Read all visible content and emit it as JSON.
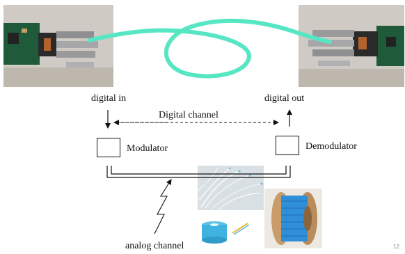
{
  "labels": {
    "digital_in": "digital in",
    "digital_out": "digital out",
    "digital_channel": "Digital channel",
    "modulator": "Modulator",
    "demodulator": "Demodulator",
    "analog_channel": "analog channel"
  },
  "page_number": "12",
  "images": {
    "left_board": "photo-circuit-board-connector",
    "right_board": "photo-circuit-board-connector",
    "fiber_strands": "photo-optical-fiber-strands",
    "fiber_spool_large": "photo-blue-cable-spool",
    "fiber_spool_small": "photo-blue-cable-spool-small"
  },
  "colors": {
    "fiber": "#57e6c4",
    "cable_blue": "#2f8fd8",
    "line": "#111111"
  }
}
